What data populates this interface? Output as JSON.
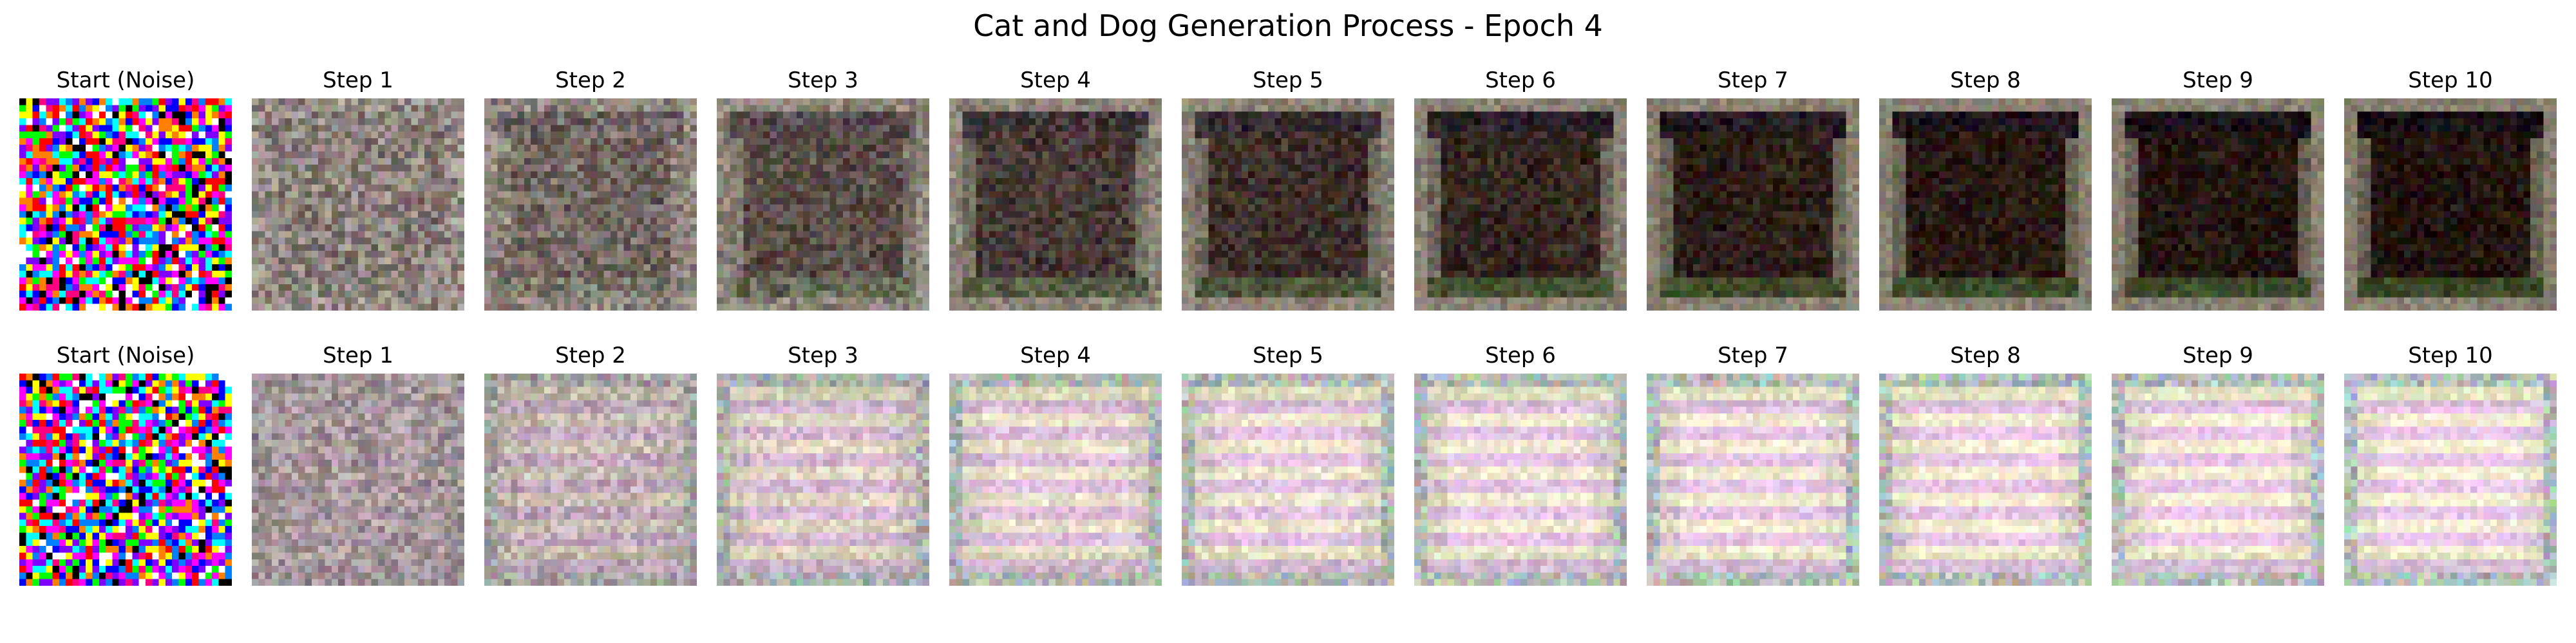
{
  "title": "Cat and Dog Generation Process - Epoch 4",
  "rows": [
    {
      "panels": [
        {
          "label": "Start (Noise)",
          "kind": "noise"
        },
        {
          "label": "Step 1",
          "kind": "dark",
          "level": 0.1
        },
        {
          "label": "Step 2",
          "kind": "dark",
          "level": 0.3
        },
        {
          "label": "Step 3",
          "kind": "dark",
          "level": 0.5
        },
        {
          "label": "Step 4",
          "kind": "dark",
          "level": 0.65
        },
        {
          "label": "Step 5",
          "kind": "dark",
          "level": 0.75
        },
        {
          "label": "Step 6",
          "kind": "dark",
          "level": 0.82
        },
        {
          "label": "Step 7",
          "kind": "dark",
          "level": 0.88
        },
        {
          "label": "Step 8",
          "kind": "dark",
          "level": 0.92
        },
        {
          "label": "Step 9",
          "kind": "dark",
          "level": 0.95
        },
        {
          "label": "Step 10",
          "kind": "dark",
          "level": 0.97
        }
      ]
    },
    {
      "panels": [
        {
          "label": "Start (Noise)",
          "kind": "noise"
        },
        {
          "label": "Step 1",
          "kind": "light",
          "level": 0.2
        },
        {
          "label": "Step 2",
          "kind": "light",
          "level": 0.5
        },
        {
          "label": "Step 3",
          "kind": "light",
          "level": 0.75
        },
        {
          "label": "Step 4",
          "kind": "light",
          "level": 0.85
        },
        {
          "label": "Step 5",
          "kind": "light",
          "level": 0.9
        },
        {
          "label": "Step 6",
          "kind": "light",
          "level": 0.93
        },
        {
          "label": "Step 7",
          "kind": "light",
          "level": 0.95
        },
        {
          "label": "Step 8",
          "kind": "light",
          "level": 0.97
        },
        {
          "label": "Step 9",
          "kind": "light",
          "level": 0.98
        },
        {
          "label": "Step 10",
          "kind": "light",
          "level": 1.0
        }
      ]
    }
  ]
}
